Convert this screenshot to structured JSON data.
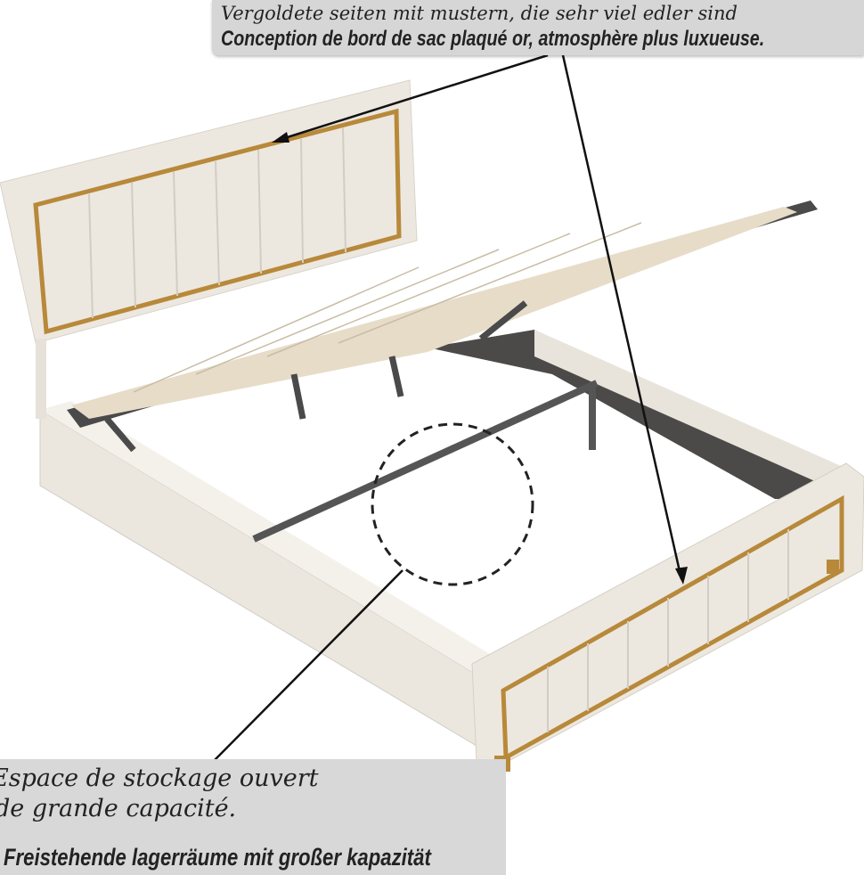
{
  "callout_top": {
    "line_de": "Vergoldete seiten mit mustern, die sehr viel edler sind",
    "line_fr": "Conception de bord de sac plaqué or, atmosphère plus luxueuse."
  },
  "callout_bottom": {
    "line_fr_1": "Espace de stockage ouvert",
    "line_fr_2": "de grande capacité.",
    "line_de": "Freistehende lagerräume mit großer kapazität"
  },
  "colors": {
    "fabric": "#ece8e0",
    "gold": "#b8893a",
    "metal": "#4a4a4a",
    "slat": "#e6dcc8",
    "label_bg": "#d6d6d6"
  }
}
